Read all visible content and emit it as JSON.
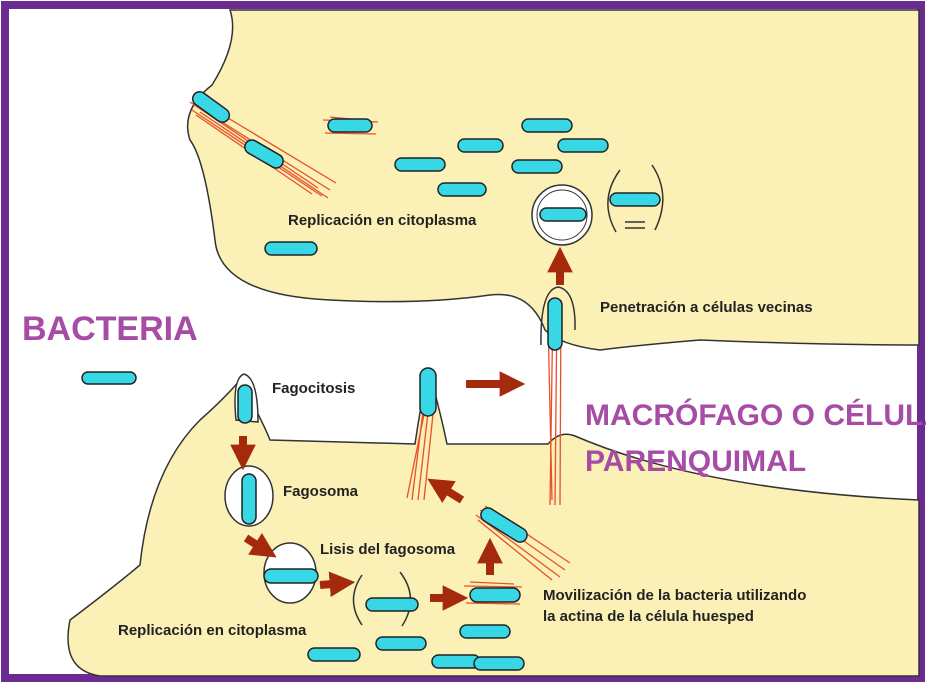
{
  "colors": {
    "frame": "#6b2c91",
    "cell_fill": "#fbf1b6",
    "bacterium": "#37d7e6",
    "actin": "#e8502a",
    "arrow": "#a52a0c",
    "title_text": "#a64ca6"
  },
  "labels": {
    "bacteria": "BACTERIA",
    "macrophage_line1": "MACRÓFAGO O CÉLULA",
    "macrophage_line2": "PARENQUIMAL",
    "replication_top": "Replicación  en citoplasma",
    "penetration": "Penetración a células vecinas",
    "phagocytosis": "Fagocitosis",
    "phagosome": "Fagosoma",
    "lysis": "Lisis del fagosoma",
    "mobilization_line1": "Movilización de la bacteria utilizando",
    "mobilization_line2": "la actina de la célula huesped",
    "replication_bottom": "Replicación en citoplasma"
  }
}
